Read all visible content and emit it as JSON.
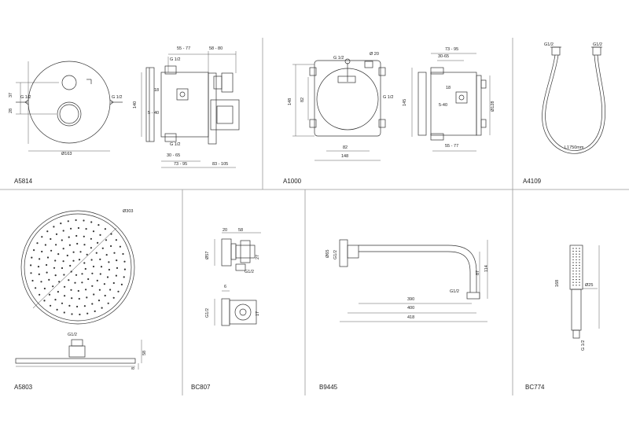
{
  "panels": {
    "a5814": {
      "code": "A5814",
      "dims": {
        "top1": "55 - 77",
        "top2": "58 - 80",
        "g_top": "G 1/2",
        "g_bottom": "G 1/2",
        "g_left": "G 1/2",
        "g_right": "G 1/2",
        "d": "Ø163",
        "h37": "37",
        "h28": "28",
        "h140": "140",
        "d18": "18",
        "d540": "5 - 40",
        "b1": "30 - 65",
        "b2": "73 - 95",
        "b3": "83 - 105"
      }
    },
    "a1000": {
      "code": "A1000",
      "dims": {
        "g_top": "G 1/2",
        "d20": "Ø 20",
        "h148": "148",
        "h82": "82",
        "w82": "82",
        "w148": "148",
        "g_right": "G 1/2",
        "top1": "73 - 95",
        "top2": "30-65",
        "d18": "18",
        "h145": "145",
        "d128": "Ø128",
        "d540": "5-40",
        "b1": "55 - 77"
      }
    },
    "a4109": {
      "code": "A4109",
      "dims": {
        "g1": "G1/2",
        "g2": "G1/2",
        "length": "L1750mm"
      }
    },
    "a5803": {
      "code": "A5803",
      "dims": {
        "d": "Ø303",
        "g": "G1/2",
        "h58": "58",
        "h8": "8"
      }
    },
    "bc807": {
      "code": "BC807",
      "dims": {
        "w20": "20",
        "w58": "58",
        "d57": "Ø57",
        "h27": "27",
        "g": "G1/2",
        "w6": "6",
        "g2": "G1/2",
        "h17": "17"
      }
    },
    "b9445": {
      "code": "B9445",
      "dims": {
        "d65": "Ø65",
        "g1": "G1/2",
        "h87": "87",
        "h114": "114",
        "g2": "G1/2",
        "w390": "390",
        "w400": "400",
        "w418": "418"
      }
    },
    "bc774": {
      "code": "BC774",
      "dims": {
        "h168": "168",
        "d25": "Ø25",
        "g": "G 1/2"
      }
    }
  }
}
